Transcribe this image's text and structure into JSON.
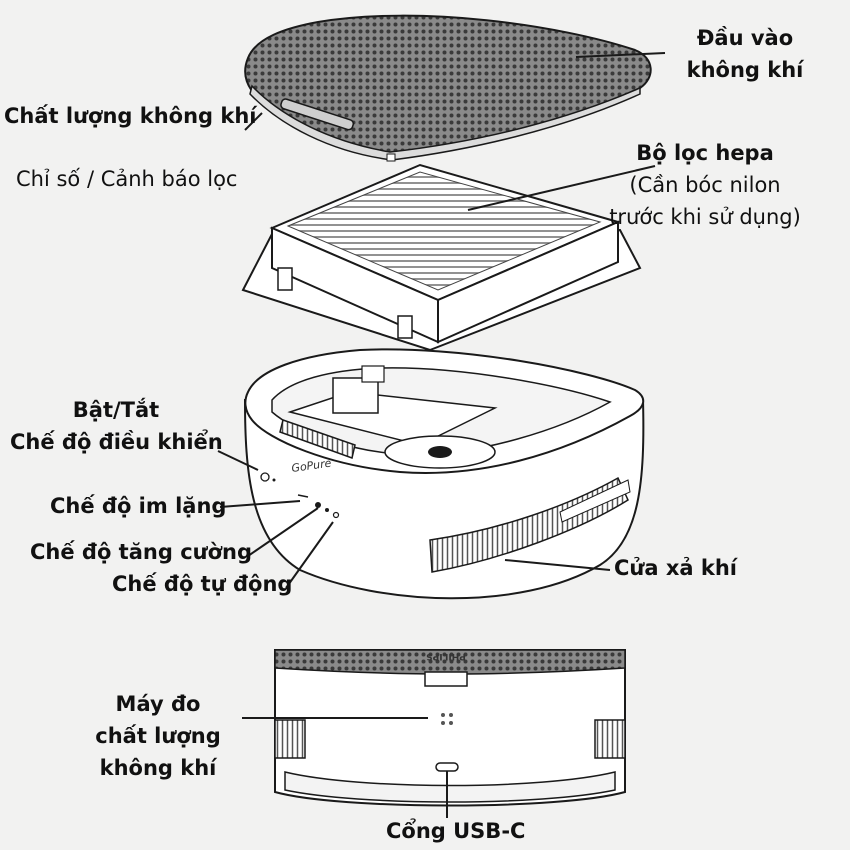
{
  "labels": {
    "air_inlet": [
      "Đầu vào",
      "không khí"
    ],
    "air_quality": "Chất lượng không khí",
    "air_quality_sub": "Chỉ số / Cảnh báo lọc",
    "hepa": "Bộ lọc hepa",
    "hepa_note": [
      "(Cần bóc nilon",
      "trước khi sử dụng)"
    ],
    "power": [
      "Bật/Tắt",
      "Chế độ điều khiển"
    ],
    "silent": "Chế độ im lặng",
    "boost": "Chế độ tăng cường",
    "auto": "Chế độ tự động",
    "outlet": "Cửa xả khí",
    "sensor": [
      "Máy đo",
      "chất lượng",
      "không khí"
    ],
    "usb": "Cổng USB-C"
  },
  "product": {
    "brand_logo": "GoPure",
    "bottom_brand": "PHILIPS"
  },
  "colors": {
    "background": "#f2f2f1",
    "line": "#1a1a1a",
    "grille": "#555555",
    "body": "#ffffff"
  }
}
